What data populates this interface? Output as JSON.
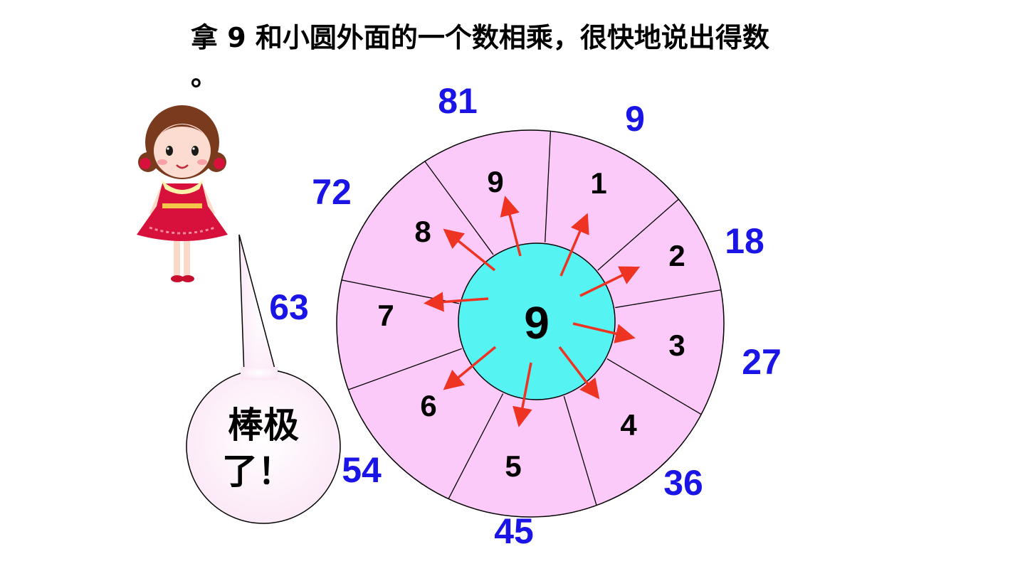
{
  "instruction": {
    "text": "拿 9 和小圆外面的一个数相乘，很快地说出得数",
    "trailing_mark": "。"
  },
  "wheel": {
    "center_number": "9",
    "segments": [
      "1",
      "2",
      "3",
      "4",
      "5",
      "6",
      "7",
      "8",
      "9"
    ],
    "products": [
      "9",
      "18",
      "27",
      "36",
      "45",
      "54",
      "63",
      "72",
      "81"
    ],
    "colors": {
      "ring_fill": "#fccaf8",
      "center_fill": "#55f4f2",
      "arrow": "#ee3322",
      "product_text": "#1a14e6",
      "segment_text": "#000000"
    }
  },
  "speech_bubble": {
    "line1": "棒极",
    "line2": "了！"
  }
}
